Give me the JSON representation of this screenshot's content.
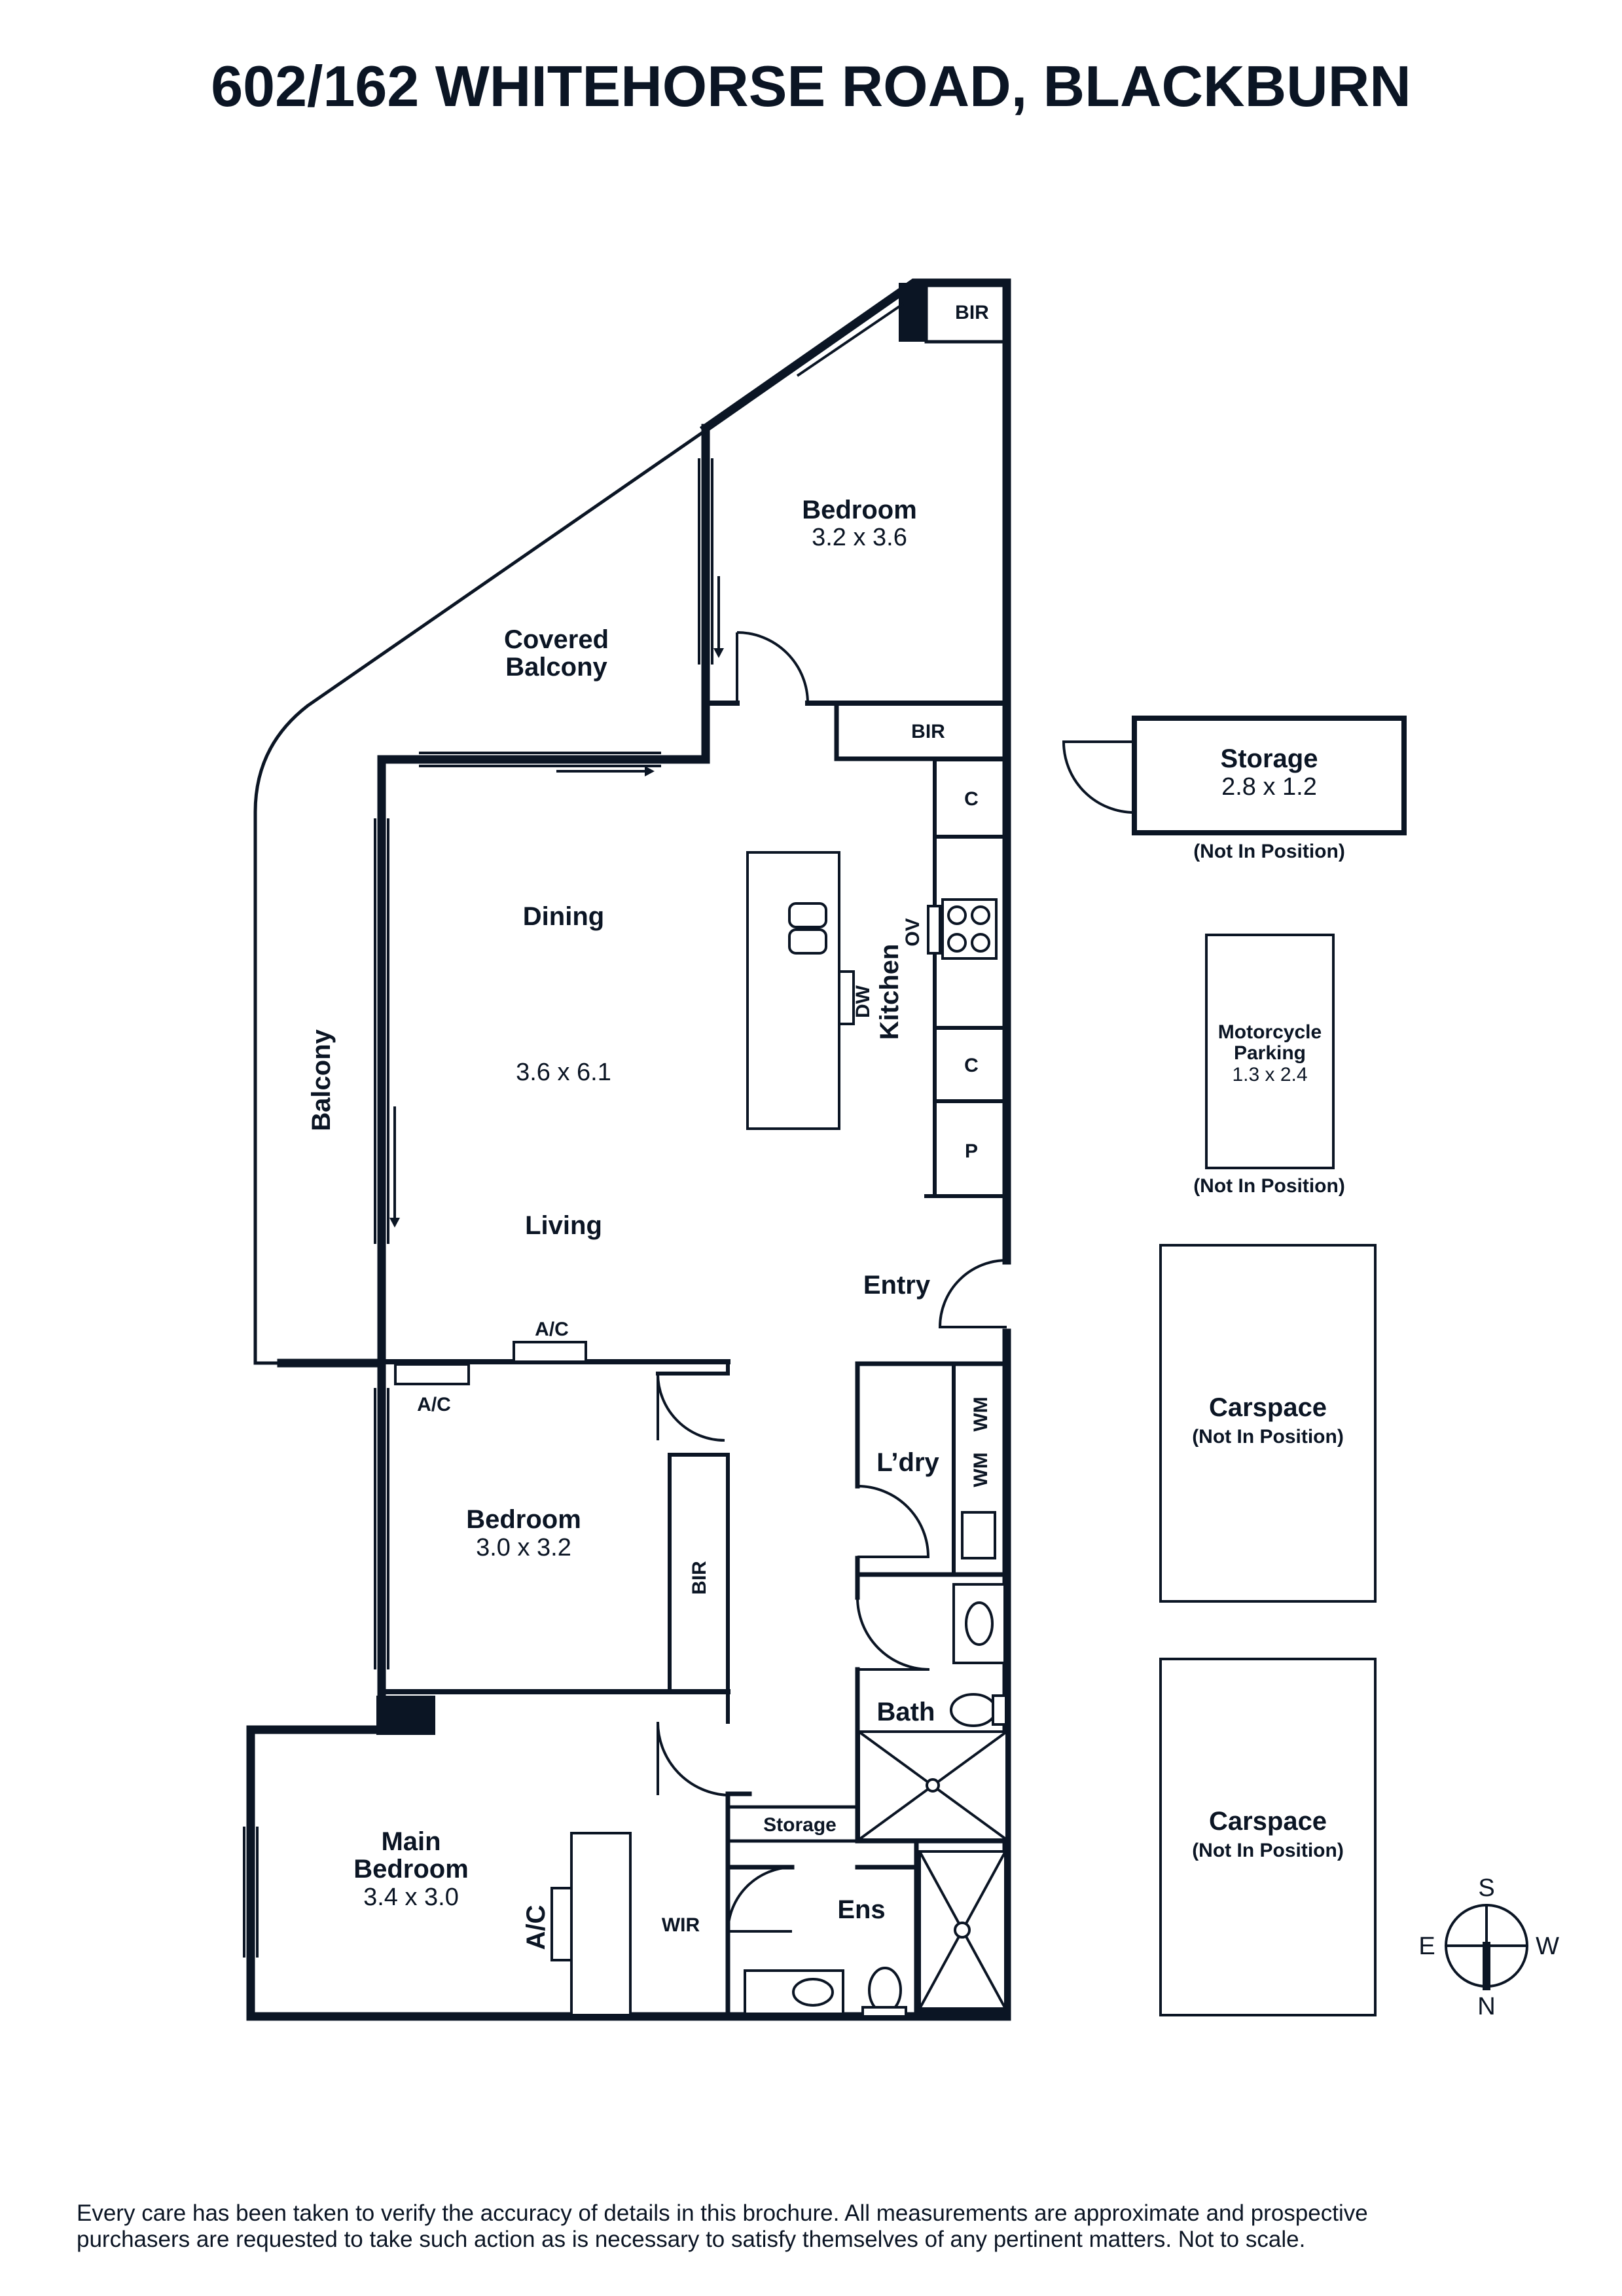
{
  "title": "602/162 WHITEHORSE ROAD, BLACKBURN",
  "rooms": {
    "bedroom_top": {
      "name": "Bedroom",
      "dims": "3.2 x 3.6"
    },
    "covered_balcony": {
      "name_line1": "Covered",
      "name_line2": "Balcony"
    },
    "balcony": {
      "name": "Balcony"
    },
    "dining": {
      "name": "Dining"
    },
    "living_dims": {
      "dims": "3.6 x 6.1"
    },
    "living": {
      "name": "Living"
    },
    "kitchen": {
      "name": "Kitchen"
    },
    "entry": {
      "name": "Entry"
    },
    "bedroom_middle": {
      "name": "Bedroom",
      "dims": "3.0 x 3.2"
    },
    "laundry": {
      "name": "L’dry"
    },
    "bath": {
      "name": "Bath"
    },
    "main_bedroom": {
      "name_line1": "Main",
      "name_line2": "Bedroom",
      "dims": "3.4 x 3.0"
    },
    "ensuite": {
      "name": "Ens"
    },
    "wir": {
      "name": "WIR"
    },
    "storage_inner": {
      "name": "Storage"
    }
  },
  "fixtures": {
    "bir": "BIR",
    "c": "C",
    "p": "P",
    "ov": "OV",
    "dw": "DW",
    "wm": "WM",
    "ac": "A/C"
  },
  "external": {
    "storage": {
      "name": "Storage",
      "dims": "2.8 x 1.2",
      "note": "(Not In Position)"
    },
    "motorcycle": {
      "name_line1": "Motorcycle",
      "name_line2": "Parking",
      "dims": "1.3 x 2.4",
      "note": "(Not In Position)"
    },
    "carspace_1": {
      "name": "Carspace",
      "note": "(Not In Position)"
    },
    "carspace_2": {
      "name": "Carspace",
      "note": "(Not In Position)"
    }
  },
  "compass": {
    "s": "S",
    "e": "E",
    "w": "W",
    "n": "N"
  },
  "disclaimer": {
    "line1": "Every care has been taken to verify the accuracy of details in this brochure. All measurements are approximate and prospective",
    "line2": "purchasers are requested to take such action as is necessary to satisfy themselves of any pertinent matters. Not to scale."
  }
}
